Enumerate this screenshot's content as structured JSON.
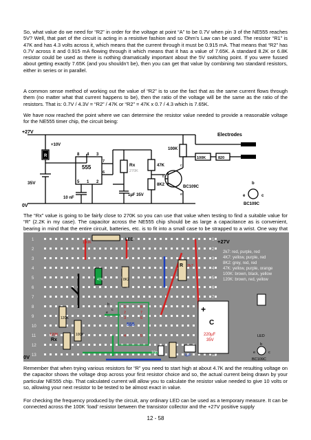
{
  "paragraphs": {
    "p1": "So, what value do we need for “R2” in order for the voltage at point “A” to be 0.7V when pin 3 of the NE555 reaches 5V? Well, that part of the circuit is acting in a resistive fashion and so Ohm’s Law can be used. The resistor “R1” is 47K and has 4.3 volts across it, which means that the current through it must be 0.915 mA. That means that “R2” has 0.7V across it and 0.915 mA flowing through it which means that it has a value of 7.65K. A standard 8.2K or 6.8K resistor could be used as there is nothing dramatically important about the 5V switching point. If you were fussed about getting exactly 7.65K (and you shouldn’t be), then you can get that value by combining two standard resistors, either in series or in parallel.",
    "p2": "A common sense method of working out the value of “R2” is to use the fact that as the same current flows through them (no matter what that current happens to be), then the ratio of the voltage will be the same as the ratio of the resistors. That is: 0.7V / 4.3V = “R2” / 47K or “R2” = 47K x 0.7 / 4.3 which is 7.65K.",
    "p3": "We have now reached the point where we can determine the resistor value needed to provide a reasonable voltage for the NE555 timer chip, the circuit being:",
    "p4": "The “Rx” value is going to be fairly close to 270K so you can use that value when testing to find a suitable value for “R” (2.2K in my case). The capacitor across the NE555 chip should be as large a capacitance as is convenient, bearing in mind that the entire circuit, batteries, etc. is to fit into a small case to be strapped to a wrist. One way that the components could be positioned on the plug-board is:",
    "p5": "Remember that when trying various resistors for “R” you need to start high at about 4.7K and the resulting voltage on the capacitor shows the voltage drop across your first resistor choice and so, the actual current being drawn by your particular NE555 chip. That calculated current will allow you to calculate the resistor value needed to give 10 volts or so, allowing your next resistor to be tested to be almost exact in value.",
    "p6": "For checking the frequency produced by the circuit, any ordinary LED can be used as a temporary measure. It can be connected across the 100K ‘load’ resistor between the transistor collector and the +27V positive supply"
  },
  "schematic": {
    "supply": "+27V",
    "ground": "0V",
    "v10": "+10V",
    "r": "R",
    "battery": "35V",
    "cap_10n": "10 nF",
    "chip": "555",
    "pins_top": [
      "8",
      "4",
      "3"
    ],
    "pins_bottom": [
      "5",
      "1",
      "2"
    ],
    "pin6": "6",
    "pin7": "7",
    "rx": "Rx",
    "rx_val": "270K",
    "cap_1u": "1µF 35V",
    "r47": "47K",
    "r8k2": "8K2",
    "r100k": "100K",
    "electrodes": "Electrodes",
    "r100k_b": "100K",
    "r820": "820",
    "tr": "BC109C",
    "tr_c": "c",
    "tr_b": "b",
    "tr_e": "e",
    "pin_b": "b",
    "pin_e": "e",
    "pin_c": "c",
    "pin_caption": "BC109C"
  },
  "board": {
    "rows": [
      "1",
      "2",
      "3",
      "4",
      "5",
      "6",
      "7",
      "8",
      "9",
      "10",
      "11",
      "12",
      "13"
    ],
    "led": "LED",
    "supply": "+27V",
    "ground": "0V",
    "legend": [
      "2k7: red, purple, red",
      "4K7: yellow, purple, red",
      "8K2: grey, red, red",
      "47K: yellow, purple, orange",
      "100K: brown, black, yellow",
      "120K: brown, red, yellow"
    ],
    "r_label": "R",
    "r_val": "2k7",
    "chip": "555",
    "chip_pins_top": [
      "1",
      "2",
      "3",
      "4"
    ],
    "chip_pins_bottom": [
      "8",
      "7",
      "6",
      "5"
    ],
    "r100k": "100K",
    "r47k": "47K",
    "r8k2": "8K2",
    "r120k_v": "120K",
    "rx": "Rx",
    "rx_val": "120K",
    "r_100k_b": "100K",
    "cap_10n": "10n",
    "cap_1u": "1µF",
    "cap_plus": "+",
    "cap_c": "C",
    "cap_val": "220µF",
    "cap_v": "35V",
    "led_right": "LED",
    "tr": "BC109C",
    "tr_b": "b",
    "tr_e": "e",
    "tr_c": "c",
    "trans_b": "b",
    "trans_c": "c",
    "trans_e": "e"
  },
  "footer": "12 - 58",
  "colors": {
    "board": "#8c8c8c",
    "hole": "#f4f4f4",
    "wire_red": "#d62020",
    "wire_green": "#13a040",
    "wire_blue": "#1b3fbf",
    "resistor_body": "#e8d8b0",
    "label_red": "#d01010",
    "legend_text": "#f2f2f2"
  }
}
